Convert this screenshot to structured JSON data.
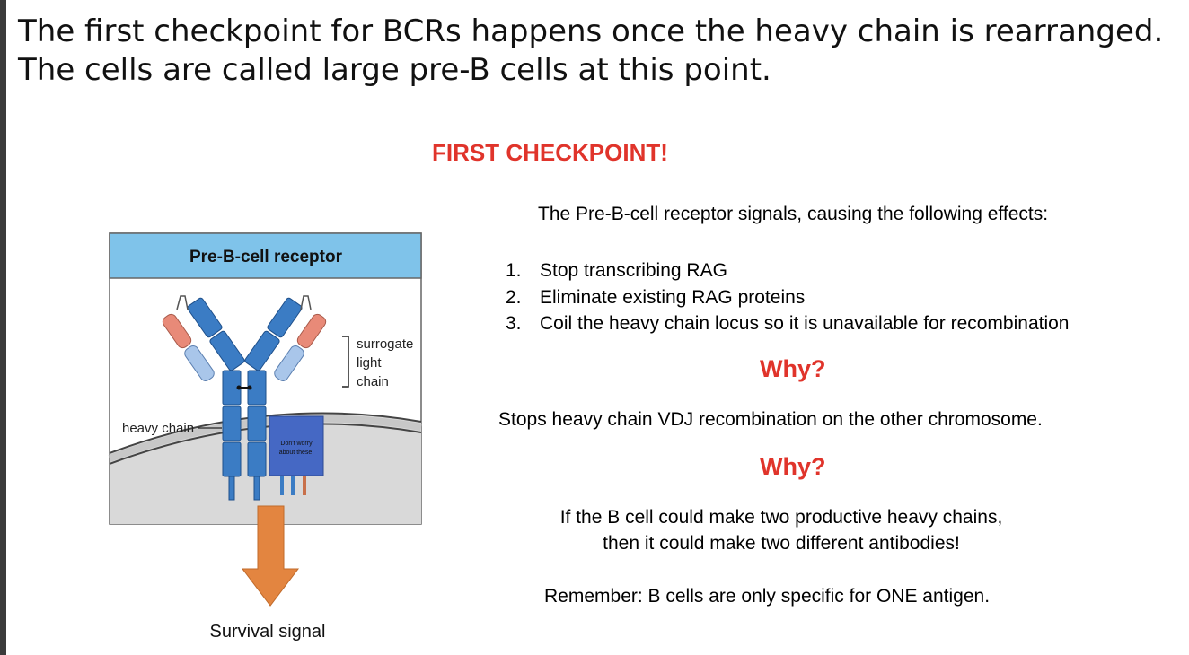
{
  "slide": {
    "title_line1": "The first checkpoint for BCRs happens once the heavy chain is rearranged.",
    "title_line2": "The cells are called large pre-B cells at this point.",
    "checkpoint_heading": "FIRST CHECKPOINT!",
    "intro": "The Pre-B-cell receptor signals, causing the following effects:",
    "effects": [
      {
        "num": "1.",
        "text": "Stop transcribing RAG"
      },
      {
        "num": "2.",
        "text": "Eliminate existing RAG proteins"
      },
      {
        "num": "3.",
        "text": "Coil the heavy chain locus so it is unavailable for recombination"
      }
    ],
    "why_1": "Why?",
    "answer_1": "Stops heavy chain VDJ recombination on the other chromosome.",
    "why_2": "Why?",
    "answer_2_line1": "If the B cell could make two productive heavy chains,",
    "answer_2_line2": "then it could make two different antibodies!",
    "remember": "Remember: B cells are only specific for ONE antigen."
  },
  "diagram": {
    "header": "Pre-B-cell receptor",
    "surrogate_line1": "surrogate",
    "surrogate_line2": "light",
    "surrogate_line3": "chain",
    "heavy_chain_label": "heavy chain",
    "note_line1": "Don't worry",
    "note_line2": "about these.",
    "survival_label": "Survival signal",
    "colors": {
      "header_bg": "#7fc3ea",
      "heavy_chain": "#3b7cc4",
      "surrogate_salmon": "#e88a78",
      "surrogate_light_blue": "#a9c6ea",
      "note_box": "#4568c4",
      "arrow": "#e38540",
      "membrane_gray": "#d9d9d9",
      "accent_red": "#e0342b"
    }
  }
}
